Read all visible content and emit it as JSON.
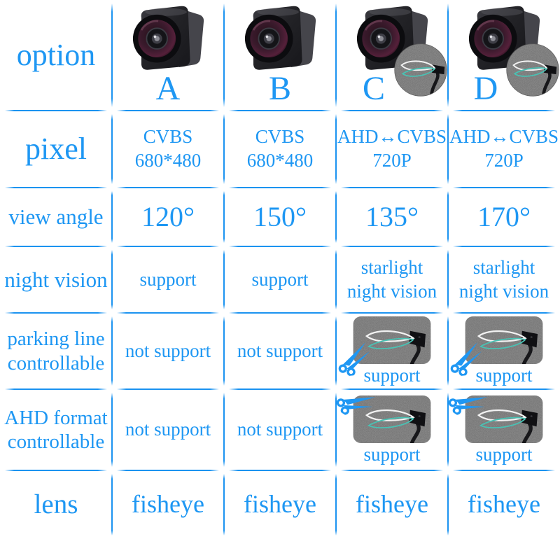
{
  "colors": {
    "accent_text": "#1e97f3",
    "grid_line": "#1b93f0",
    "teal_wire": "#49c2b4",
    "white_wire": "#f2f2f2"
  },
  "icons": {
    "camera": "rear-view-camera-photo",
    "wire_inset": "trimmed-wire-loops-photo",
    "scissors": "scissors-cut-icon"
  },
  "header": {
    "label": "option",
    "options": [
      "A",
      "B",
      "C",
      "D"
    ]
  },
  "rows": {
    "pixel": {
      "label": "pixel",
      "cells": [
        [
          "CVBS",
          "680*480"
        ],
        [
          "CVBS",
          "680*480"
        ],
        [
          "AHD↔CVBS",
          "720P"
        ],
        [
          "AHD↔CVBS",
          "720P"
        ]
      ]
    },
    "view_angle": {
      "label": "view angle",
      "cells": [
        "120°",
        "150°",
        "135°",
        "170°"
      ]
    },
    "night_vision": {
      "label": "night vision",
      "cells": [
        [
          "support"
        ],
        [
          "support"
        ],
        [
          "starlight",
          "night vision"
        ],
        [
          "starlight",
          "night vision"
        ]
      ]
    },
    "parking_line": {
      "label": [
        "parking line",
        "controllable"
      ],
      "cells": [
        "not support",
        "not support",
        "support",
        "support"
      ]
    },
    "ahd_format": {
      "label": [
        "AHD format",
        "controllable"
      ],
      "cells": [
        "not support",
        "not support",
        "support",
        "support"
      ]
    },
    "lens": {
      "label": "lens",
      "cells": [
        "fisheye",
        "fisheye",
        "fisheye",
        "fisheye"
      ]
    }
  }
}
